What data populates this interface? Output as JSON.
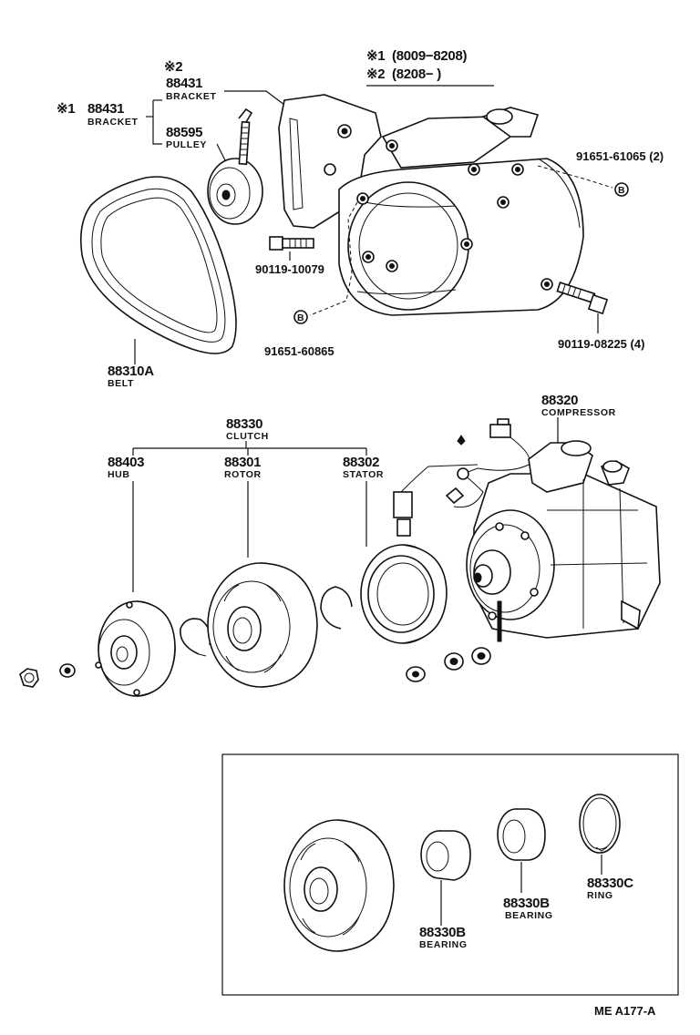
{
  "legend": {
    "mark1": "※1",
    "range1": "(8009−8208)",
    "mark2": "※2",
    "range2": "(8208−       )"
  },
  "callouts": {
    "mark2_top": "※2",
    "mark1_left": "※1",
    "bracket_a": {
      "part": "88431",
      "desc": "BRACKET"
    },
    "bracket_b": {
      "part": "88431",
      "desc": "BRACKET"
    },
    "pulley": {
      "part": "88595",
      "desc": "PULLEY"
    },
    "belt": {
      "part": "88310A",
      "desc": "BELT"
    },
    "bolt_upper_right": "91651-61065 (2)",
    "bolt_left": "90119-10079",
    "bolt_lower_left": "91651-60865",
    "bolt_lower_right": "90119-08225 (4)",
    "ref_b": "B",
    "clutch": {
      "part": "88330",
      "desc": "CLUTCH"
    },
    "hub": {
      "part": "88403",
      "desc": "HUB"
    },
    "rotor": {
      "part": "88301",
      "desc": "ROTOR"
    },
    "stator": {
      "part": "88302",
      "desc": "STATOR"
    },
    "compressor": {
      "part": "88320",
      "desc": "COMPRESSOR"
    },
    "bearing_a": {
      "part": "88330B",
      "desc": "BEARING"
    },
    "bearing_b": {
      "part": "88330B",
      "desc": "BEARING"
    },
    "ring": {
      "part": "88330C",
      "desc": "RING"
    }
  },
  "footer": {
    "code": "ME  A177-A"
  }
}
